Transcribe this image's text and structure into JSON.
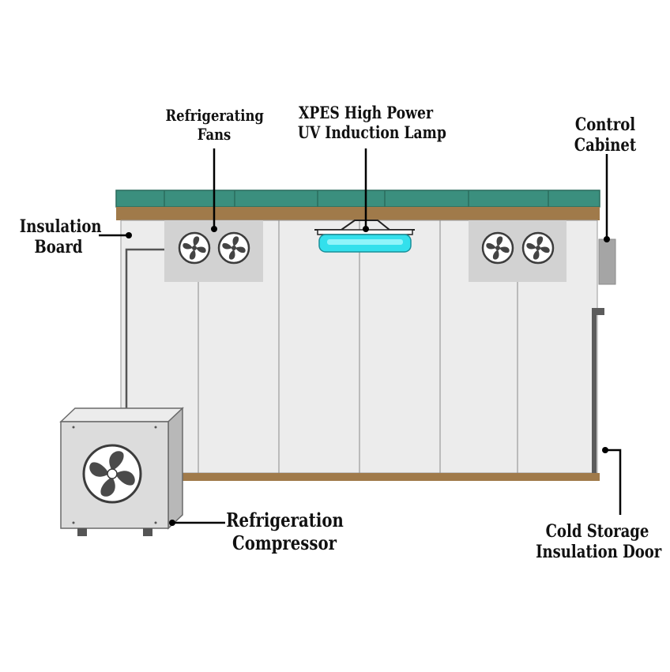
{
  "labels": {
    "fans": [
      "Refrigerating",
      "Fans"
    ],
    "lamp": [
      "XPES High Power",
      "UV Induction Lamp"
    ],
    "cabinet": [
      "Control",
      "Cabinet"
    ],
    "board": [
      "Insulation",
      "Board"
    ],
    "compressor": [
      "Refrigeration",
      "Compressor"
    ],
    "door": [
      "Cold Storage",
      "Insulation Door"
    ]
  },
  "colors": {
    "roof": "#3b8f7e",
    "beam": "#a07a4a",
    "panel": "#ececec",
    "fan_box": "#d2d2d2",
    "lamp": "#33e0ec",
    "cabinet": "#a5a5a5",
    "door": "#5c5c5c",
    "unit": "#dcdcdc"
  }
}
